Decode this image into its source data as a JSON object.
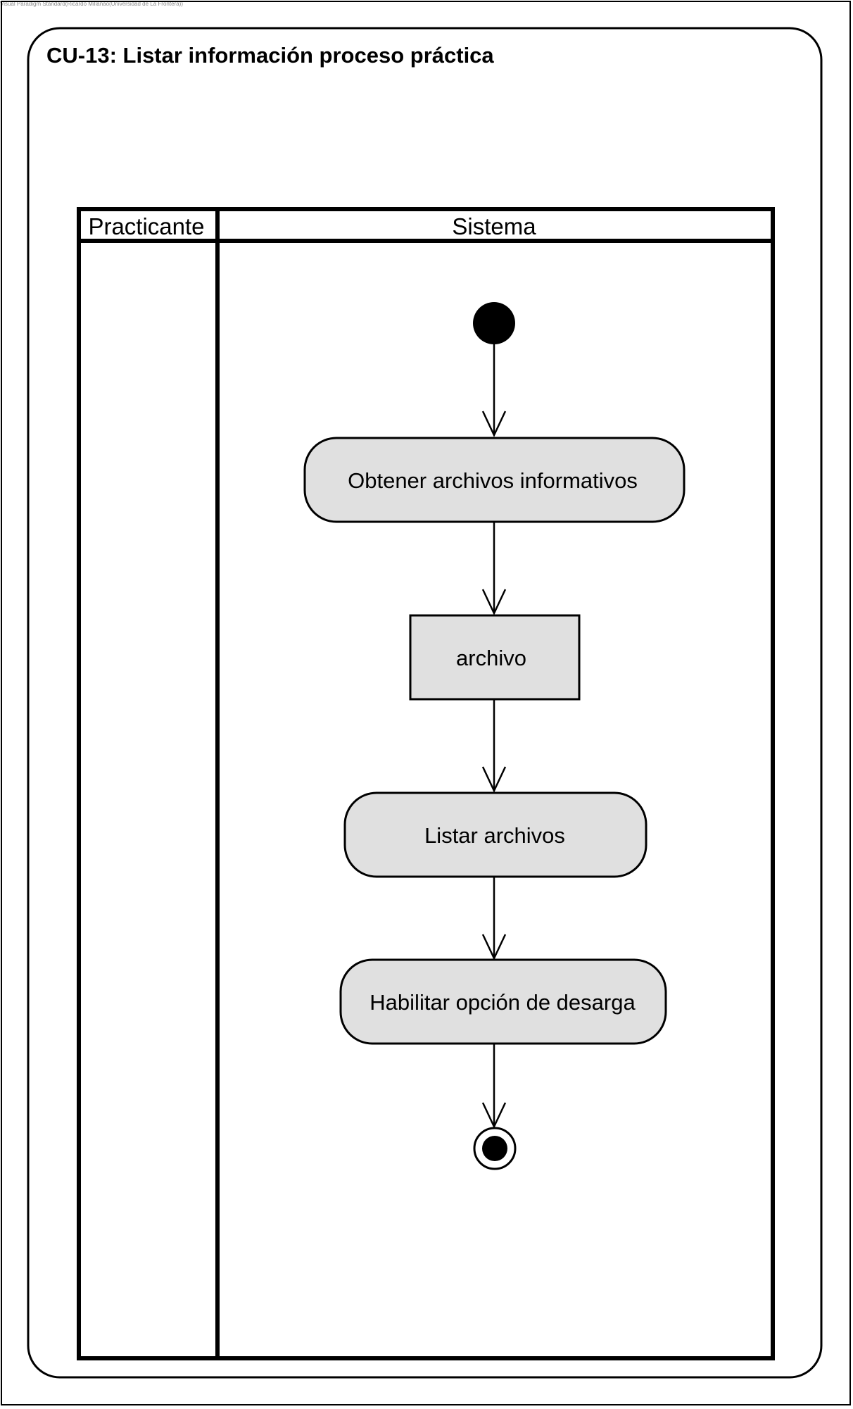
{
  "watermark": "Visual Paradigm Standard(Ricardo Millanao(Universidad de La Frontera))",
  "diagram": {
    "title": "CU-13: Listar información proceso práctica",
    "lanes": [
      {
        "id": "practicante",
        "label": "Practicante"
      },
      {
        "id": "sistema",
        "label": "Sistema"
      }
    ],
    "nodes": [
      {
        "id": "start",
        "type": "initial",
        "lane": "sistema"
      },
      {
        "id": "a1",
        "type": "action",
        "lane": "sistema",
        "label": "Obtener archivos informativos"
      },
      {
        "id": "o1",
        "type": "object",
        "lane": "sistema",
        "label": "archivo"
      },
      {
        "id": "a2",
        "type": "action",
        "lane": "sistema",
        "label": "Listar archivos"
      },
      {
        "id": "a3",
        "type": "action",
        "lane": "sistema",
        "label": "Habilitar opción de desarga"
      },
      {
        "id": "end",
        "type": "final",
        "lane": "sistema"
      }
    ],
    "edges": [
      {
        "from": "start",
        "to": "a1"
      },
      {
        "from": "a1",
        "to": "o1"
      },
      {
        "from": "o1",
        "to": "a2"
      },
      {
        "from": "a2",
        "to": "a3"
      },
      {
        "from": "a3",
        "to": "end"
      }
    ]
  },
  "colors": {
    "node_fill": "#e0e0e0",
    "stroke": "#000000",
    "background": "#ffffff"
  }
}
